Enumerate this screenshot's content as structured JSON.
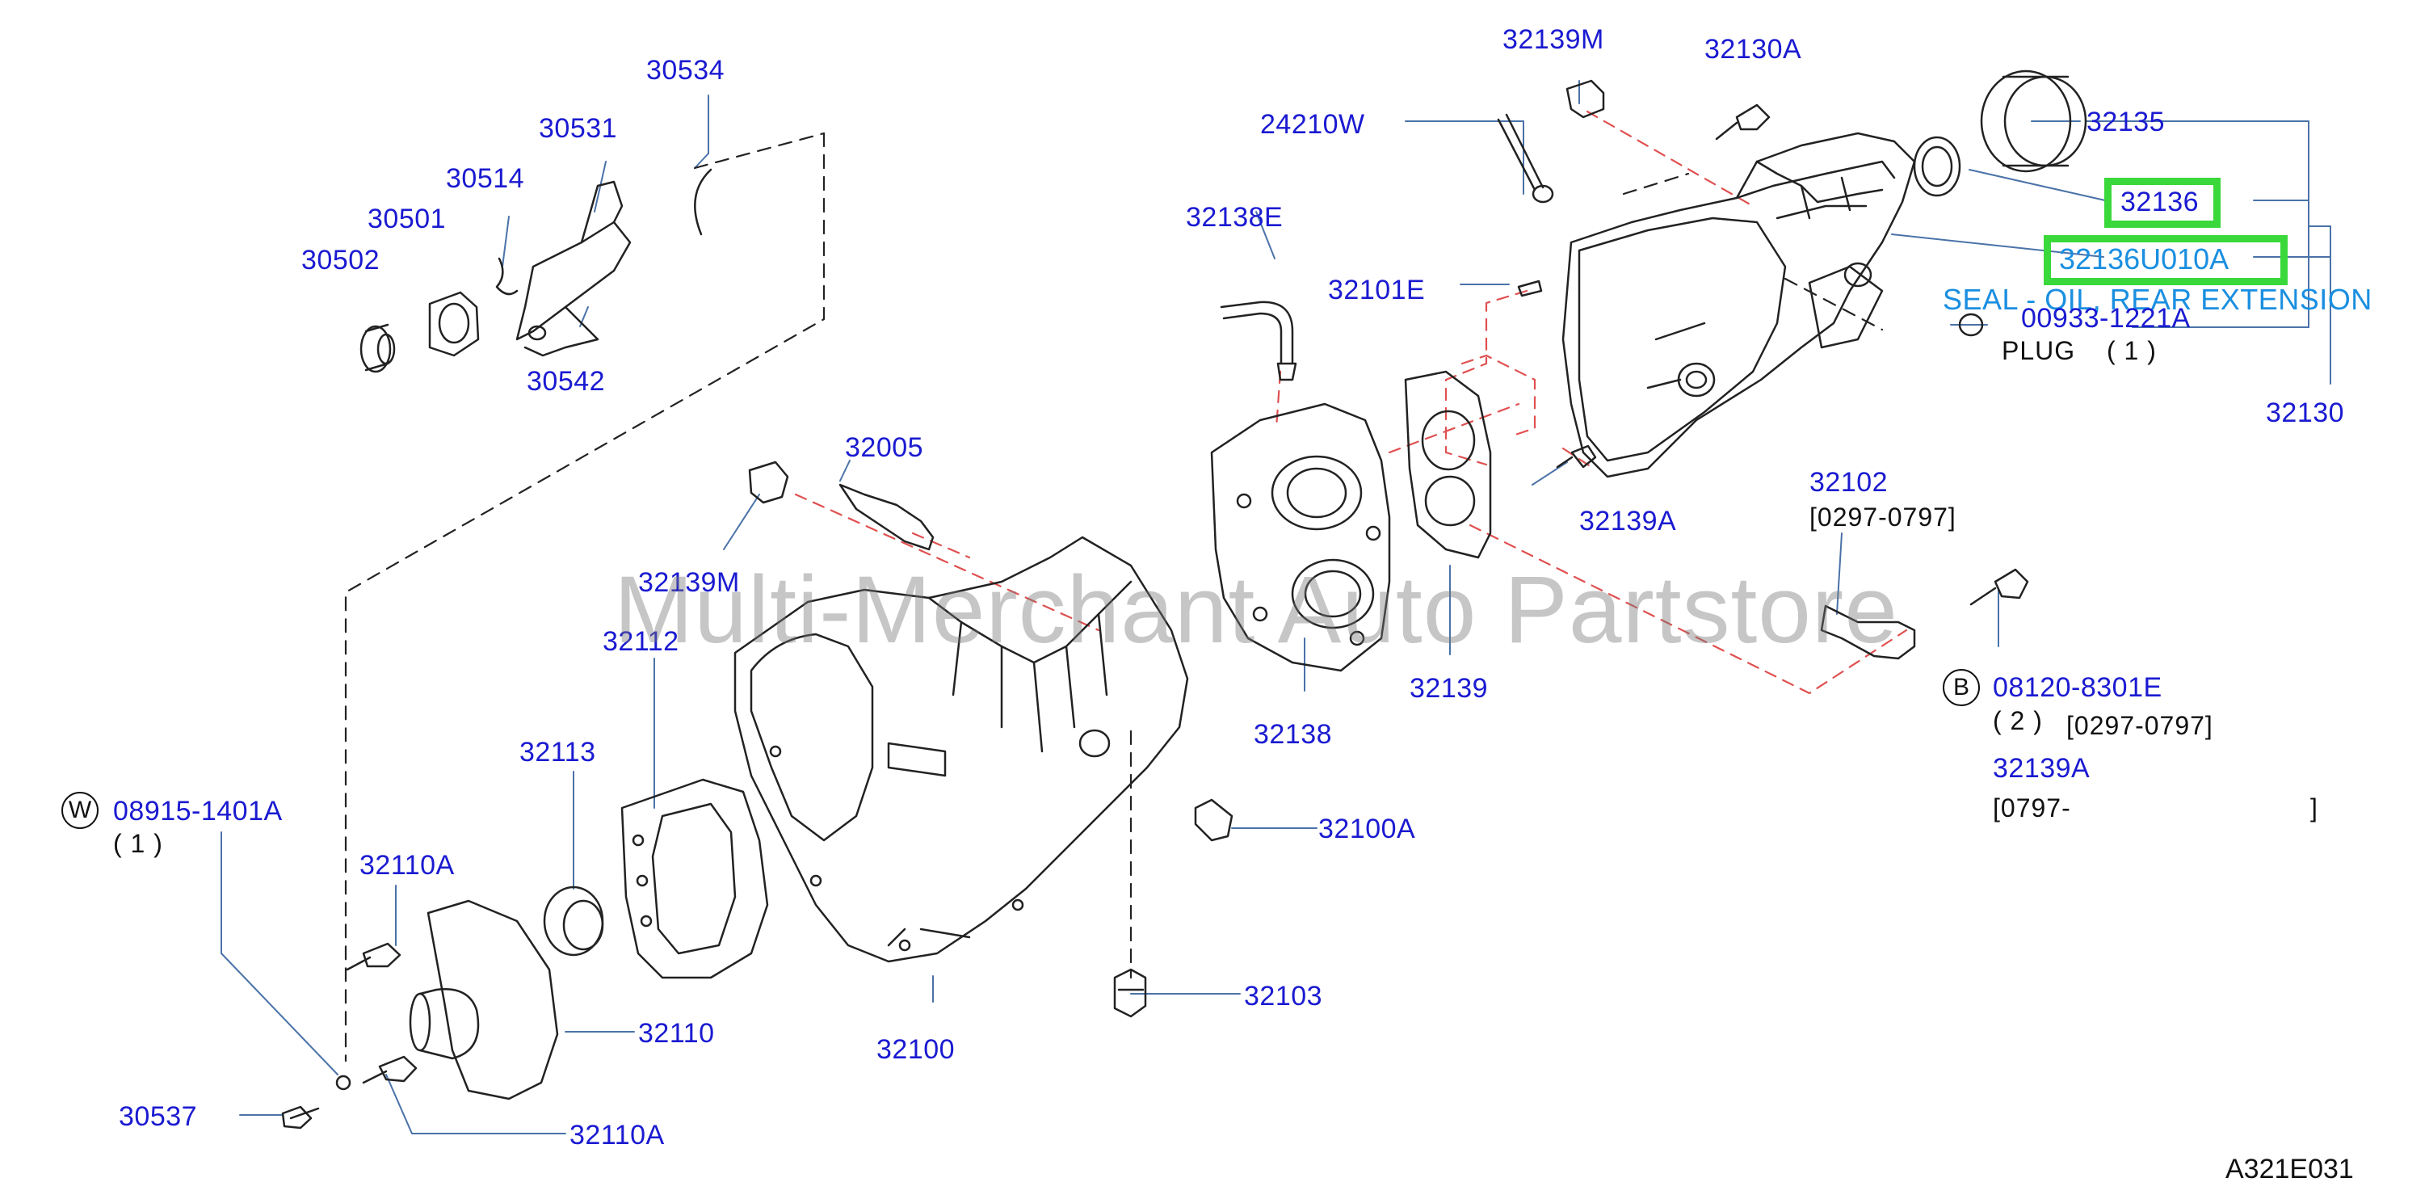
{
  "diagram": {
    "watermark": "Multi-Merchant Auto Partstore",
    "figure_code": "A321E031",
    "parts": {
      "p30534": "30534",
      "p30531": "30531",
      "p30514": "30514",
      "p30501": "30501",
      "p30502": "30502",
      "p30542": "30542",
      "p24210W": "24210W",
      "p32139M_top": "32139M",
      "p32130A": "32130A",
      "p32135": "32135",
      "p32136": "32136",
      "p32136U010A": "32136U010A",
      "p00933": "00933-1221A",
      "p32130": "32130",
      "p32138E": "32138E",
      "p32101E": "32101E",
      "p32005": "32005",
      "p32139M_mid": "32139M",
      "p32139A_mid": "32139A",
      "p32102": "32102",
      "p32112": "32112",
      "p32138": "32138",
      "p32139": "32139",
      "p08120": "08120-8301E",
      "p32139A_right": "32139A",
      "p32113": "32113",
      "p08915": "08915-1401A",
      "p32100A": "32100A",
      "p32110A_top": "32110A",
      "p32110": "32110",
      "p32100": "32100",
      "p32103": "32103",
      "p30537": "30537",
      "p32110A_bot": "32110A"
    },
    "notes": {
      "plug": "PLUG",
      "plug_qty": "( 1 )",
      "seal_desc": "SEAL - OIL, REAR EXTENSION",
      "range_32102": "[0297-0797]",
      "qty_08120": "( 2 )",
      "range_08120": "[0297-0797]",
      "range_32139A_open": "[0797-",
      "range_32139A_close": "]",
      "qty_08915": "( 1 )",
      "circle_B": "B",
      "circle_W": "W"
    },
    "highlight_color": "#3ad83a",
    "label_color": "#1a1ad1"
  }
}
